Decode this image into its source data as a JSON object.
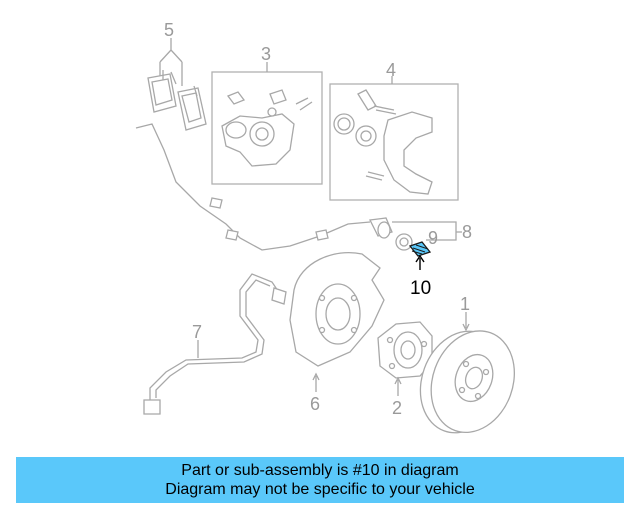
{
  "callouts": {
    "c1": "1",
    "c2": "2",
    "c3": "3",
    "c4": "4",
    "c5": "5",
    "c6": "6",
    "c7": "7",
    "c8": "8",
    "c9": "9",
    "c10": "10"
  },
  "highlight_part": "10",
  "colors": {
    "banner": "#5ac8fa",
    "highlight": "#5ac8fa",
    "linework": "#a8a8a8"
  },
  "banner": {
    "line1": "Part or sub-assembly is #10 in diagram",
    "line2": "Diagram may not be specific to your vehicle"
  }
}
